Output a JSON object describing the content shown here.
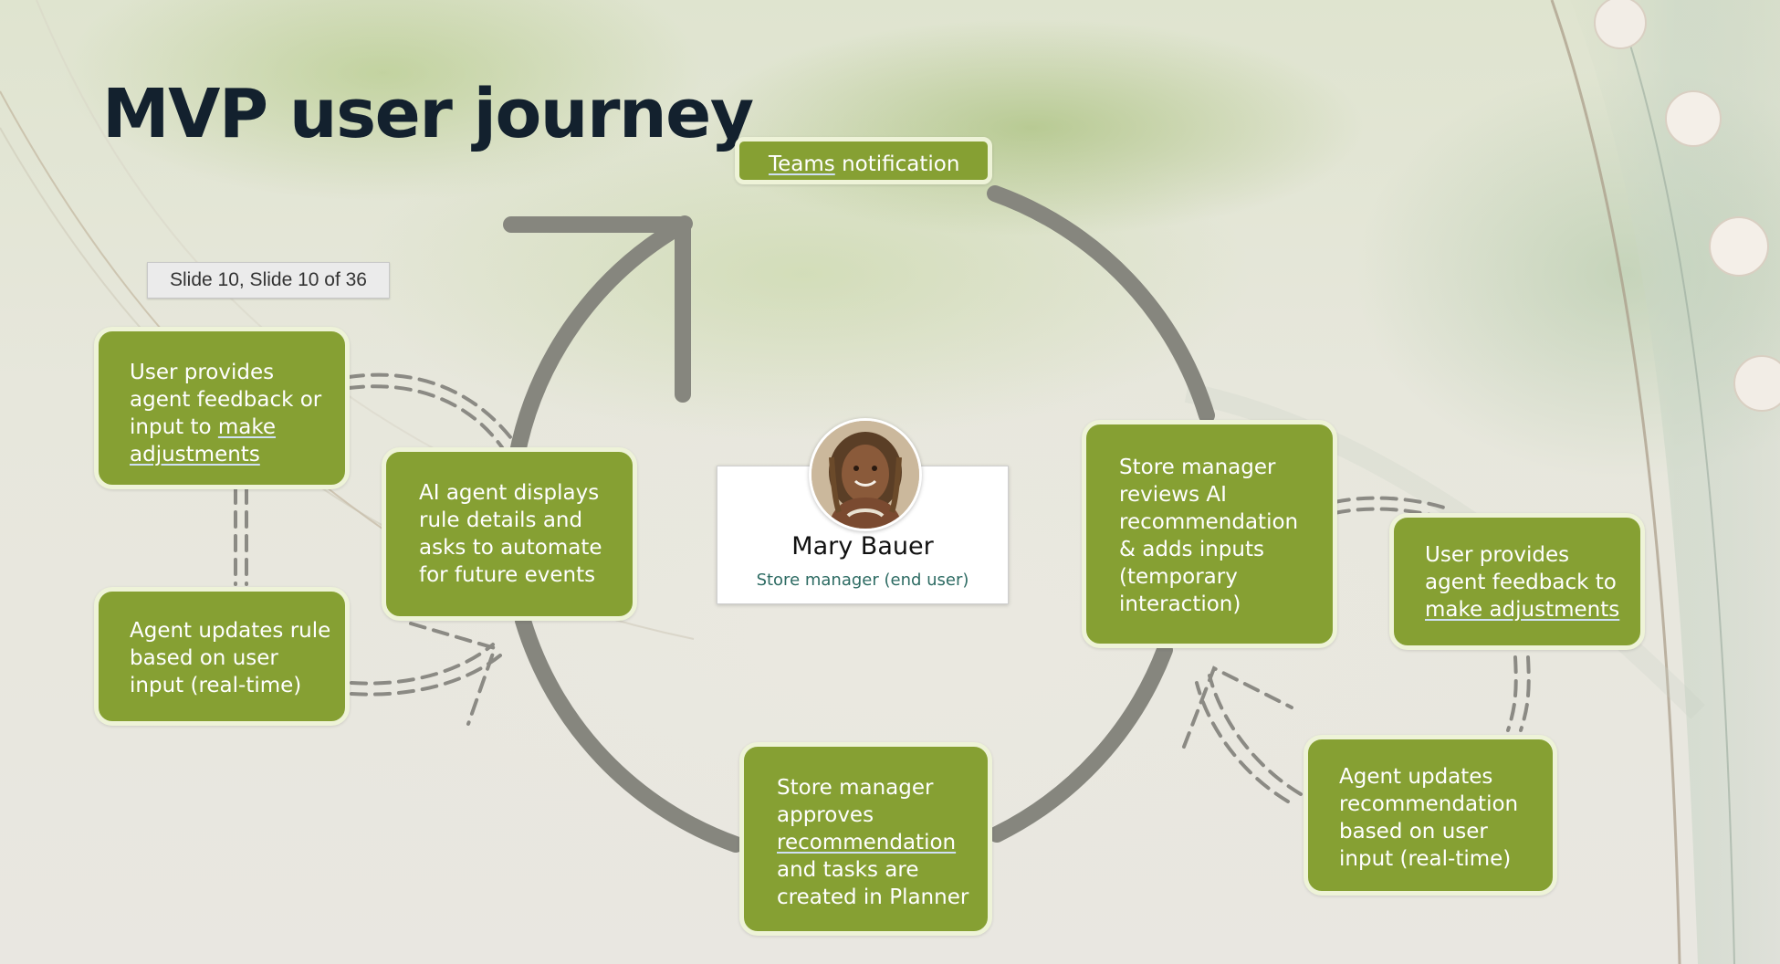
{
  "slide": {
    "title": "MVP user journey",
    "tooltip": "Slide 10, Slide 10 of 36"
  },
  "center": {
    "name": "Mary Bauer",
    "role": "Store manager (end user)"
  },
  "steps": {
    "teams_notification": {
      "link": "Teams",
      "rest": " notification"
    },
    "store_manager_reviews": "Store manager\nreviews AI\nrecommendation\n& adds inputs\n(temporary\ninteraction)",
    "user_feedback_right": {
      "line1": "User provides",
      "line2": "agent feedback to",
      "link": "make adjustments"
    },
    "agent_updates_recommendation": "Agent updates\nrecommendation\nbased on user\ninput (real-time)",
    "store_manager_approves": {
      "line1": "Store manager",
      "line2": "approves",
      "link": "recommendation",
      "line3": "and tasks are",
      "line4": "created in Planner"
    },
    "ai_agent_displays": "AI agent displays\nrule details and\nasks to automate\nfor future events",
    "user_feedback_left": {
      "line1": "User provides",
      "line2": "agent feedback or",
      "line3a": "input to ",
      "link1": "make",
      "link2": "adjustments"
    },
    "agent_updates_rule": "Agent updates rule\nbased on user\ninput (real-time)"
  },
  "colors": {
    "box_fill": "#86a033",
    "box_border": "#eef3d8",
    "cycle_stroke": "#86867e",
    "dashed_stroke": "#8b8a84",
    "title": "#13212e",
    "role_text": "#2d6b63"
  },
  "icons": {
    "cycle_arrow": "cycle-arrow-icon",
    "dashed_loop": "dashed-loop-arrow-icon"
  }
}
